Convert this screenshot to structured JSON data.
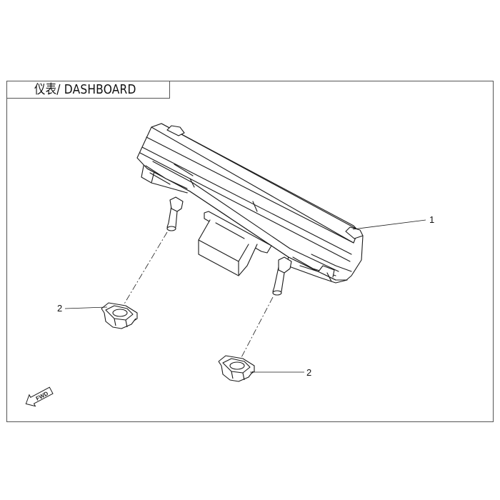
{
  "title": "仪表/ DASHBOARD",
  "callouts": {
    "dashboard": "1",
    "nut_left": "2",
    "nut_right": "2"
  },
  "fwd_label": "FWD",
  "colors": {
    "line": "#1a1a1a",
    "frame": "#555555",
    "background": "#ffffff"
  }
}
